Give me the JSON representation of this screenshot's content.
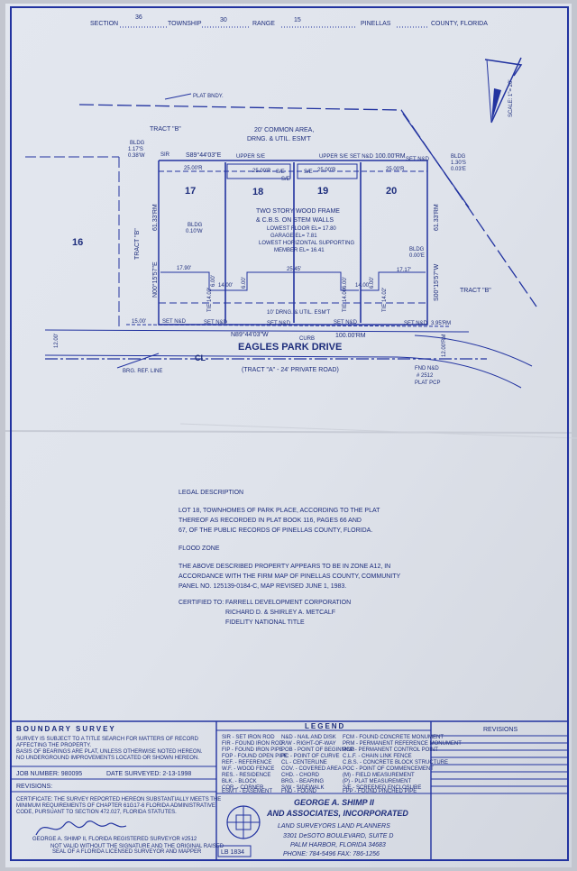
{
  "header": {
    "section_label": "SECTION",
    "section_value": "36",
    "township_label": "TOWNSHIP",
    "township_value": "30",
    "range_label": "RANGE",
    "range_value": "15",
    "county_value": "PINELLAS",
    "county_label": "COUNTY, FLORIDA"
  },
  "scale": "SCALE: 1\"= 20'",
  "plat": {
    "plat_bndy": "PLAT BNDY.",
    "tract_b_top": "TRACT \"B\"",
    "common_area_1": "20' COMMON AREA,",
    "common_area_2": "DRNG. & UTIL. ESM'T",
    "tract_b_left": "TRACT \"B\"",
    "tract_b_right": "TRACT \"B\"",
    "lot_16": "16",
    "lot_17": "17",
    "lot_18": "18",
    "lot_19": "19",
    "lot_20": "20",
    "bldg_left_top": [
      "BLDG",
      "1.17'S",
      "0.38'W"
    ],
    "bldg_right_top": [
      "BLDG",
      "1.30'S",
      "0.03'E"
    ],
    "bldg_left_mid": [
      "BLDG",
      "0.10'W"
    ],
    "bldg_right_mid": [
      "BLDG",
      "0.00'E"
    ],
    "sir": "SIR",
    "bearing_top": "S89°44'03\"E",
    "upper_se_1": "UPPER S/E",
    "upper_se_2": "UPPER S/E",
    "set_nd": "SET N&D",
    "dist_top_right": "100.00'RM",
    "set_nd_tr": "SET N&D",
    "dim_25a": "25.00'R",
    "dim_25b": "25.00'R",
    "dim_25c": "25.00'R",
    "dim_25d": "25.00'R",
    "se_1": "S/E",
    "se_2": "S/E",
    "se_3": "S/E",
    "building_desc": [
      "TWO STORY WOOD FRAME",
      "& C.B.S. ON STEM WALLS",
      "LOWEST FLOOR EL= 17.80",
      "GARAGE EL= 7.81",
      "LOWEST HORIZONTAL SUPPORTING",
      "MEMBER EL= 16.41"
    ],
    "left_dist": "61.33'RM",
    "left_bearing": "N00°15'57\"E",
    "right_dist": "61.33'RM",
    "right_bearing": "S00°15'57\"W",
    "inner_dim_1": "17.90'",
    "inner_dim_2": "17.17'",
    "inner_dim_3": "25.45'",
    "inner_dim_4": "14.00'",
    "inner_dim_5": "14.00'",
    "inner_dim_6": "6.00'",
    "inner_dim_7": "6.00'",
    "inner_dim_8": "6.00'",
    "inner_dim_9": "6.00'",
    "tie_1": "TIE 14.02'",
    "tie_2": "TIE 14.00'",
    "tie_3": "TIE 14.02'",
    "drng_esmt": "10' DRNG. & UTIL. ESM'T",
    "dist_15": "15.00'",
    "set_nd_b1": "SET N&D",
    "set_nd_b2": "SET N&D",
    "set_nd_b3": "SET N&D",
    "set_nd_b4": "SET N&D",
    "set_nd_b5": "SET N&D",
    "dist_395": "3.95'RM",
    "bearing_bottom": "N89°44'03\"W",
    "curb": "CURB",
    "dist_bottom": "100.00'RM",
    "street_name": "EAGLES PARK DRIVE",
    "cl": "CL",
    "private_road": "(TRACT \"A\" - 24' PRIVATE ROAD)",
    "brg_ref": "BRG. REF. LINE",
    "dist_12_left": "12.00'",
    "dist_12_right": "12.00'RM",
    "fnd_nd": [
      "FND N&D",
      "# 2512",
      "PLAT PCP"
    ]
  },
  "legal": {
    "heading": "LEGAL DESCRIPTION",
    "lines": [
      "LOT 18, TOWNHOMES OF PARK PLACE, ACCORDING TO THE PLAT",
      "THEREOF AS RECORDED IN PLAT BOOK 116, PAGES 66 AND",
      "67, OF THE PUBLIC RECORDS OF PINELLAS COUNTY, FLORIDA."
    ],
    "flood_heading": "FLOOD ZONE",
    "flood_lines": [
      "THE ABOVE DESCRIBED PROPERTY APPEARS TO BE IN ZONE A12, IN",
      "ACCORDANCE WITH THE FIRM MAP OF PINELLAS COUNTY, COMMUNITY",
      "PANEL NO. 125139-0184-C, MAP REVISED JUNE 1, 1983."
    ],
    "certified_label": "CERTIFIED TO:",
    "certified": [
      "FARRELL DEVELOPMENT CORPORATION",
      "RICHARD D. & SHIRLEY A. METCALF",
      "FIDELITY NATIONAL TITLE"
    ]
  },
  "title_block": {
    "boundary_survey": "BOUNDARY SURVEY",
    "notes": [
      "SURVEY IS SUBJECT TO A TITLE SEARCH FOR MATTERS OF RECORD",
      "AFFECTING THE PROPERTY.",
      "BASIS OF BEARINGS ARE PLAT, UNLESS OTHERWISE NOTED HEREON.",
      "NO UNDERGROUND IMPROVEMENTS LOCATED OR SHOWN HEREON."
    ],
    "job_number": "JOB NUMBER: 980095",
    "date_surveyed": "DATE SURVEYED: 2-13-1998",
    "revisions_left": "REVISIONS:",
    "certificate": [
      "CERTIFICATE: THE SURVEY REPORTED HEREON SUBSTANTIALLY MEETS THE",
      "MINIMUM REQUIREMENTS OF CHAPTER 61G17-6 FLORIDA ADMINISTRATIVE",
      "CODE, PURSUANT TO SECTION 472.027, FLORIDA STATUTES."
    ],
    "surveyor": "GEORGE A. SHIMP II, FLORIDA REGISTERED SURVEYOR #2512",
    "not_valid": [
      "NOT VALID WITHOUT THE SIGNATURE AND THE ORIGINAL RAISED",
      "SEAL OF A FLORIDA LICENSED SURVEYOR AND MAPPER"
    ],
    "legend_title": "LEGEND",
    "legend_col1": [
      "SIR - SET IRON ROD",
      "FIR - FOUND IRON ROD",
      "FIP - FOUND IRON PIPE",
      "FOP - FOUND OPEN PIPE",
      "REF. - REFERENCE",
      "W.F. - WOOD FENCE",
      "RES. - RESIDENCE",
      "BLK. - BLOCK",
      "COR. - CORNER",
      "ESM'T - EASEMENT"
    ],
    "legend_col2": [
      "N&D - NAIL AND DISK",
      "R/W - RIGHT-OF-WAY",
      "POB - POINT OF BEGINNING",
      "PC - POINT OF CURVE",
      "CL - CENTERLINE",
      "COV. - COVERED AREA",
      "CHD. - CHORD",
      "BRG. - BEARING",
      "S/W - SIDEWALK",
      "FND - FOUND"
    ],
    "legend_col3": [
      "FCM - FOUND CONCRETE MONUMENT",
      "PRM - PERMANENT REFERENCE MONUMENT",
      "PCP - PERMANENT CONTROL POINT",
      "C.L.F. - CHAIN LINK FENCE",
      "C.B.S. - CONCRETE BLOCK STRUCTURE",
      "POC - POINT OF COMMENCEMENT",
      "(M) - FIELD MEASUREMENT",
      "(P) - PLAT MEASUREMENT",
      "S/E - SCREENED ENCLOSURE",
      "FPP - FOUND PINCHED PIPE"
    ],
    "company": [
      "GEORGE A. SHIMP II",
      "AND ASSOCIATES, INCORPORATED"
    ],
    "company_sub": [
      "LAND SURVEYORS   LAND PLANNERS",
      "3301 DeSOTO BOULEVARD, SUITE D",
      "PALM HARBOR, FLORIDA   34683",
      "PHONE: 784-5496   FAX: 786-1256"
    ],
    "lb": "LB 1834",
    "revisions_right": "REVISIONS"
  }
}
